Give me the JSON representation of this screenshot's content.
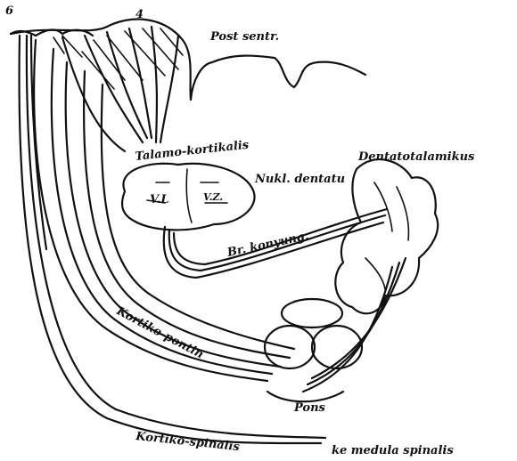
{
  "figure": {
    "area_numbers": [
      "6",
      "4"
    ],
    "labels": {
      "post_central": "Post sentr.",
      "thalamo_cortical": "Talamo-kortikalis",
      "dentato_thalamic": "Dentatotalamikus",
      "nucleus_dentatus": "Nukl. dentatu",
      "vl": "V.L",
      "vz": "V.Z.",
      "brachium_conjunctivum": "Br. konyung.",
      "cortico_pontine": "Kortiko-pontin",
      "pons": "Pons",
      "cortico_spinal": "Kortiko-spinalis",
      "to_spinal_cord": "ke medula spinalis"
    }
  }
}
